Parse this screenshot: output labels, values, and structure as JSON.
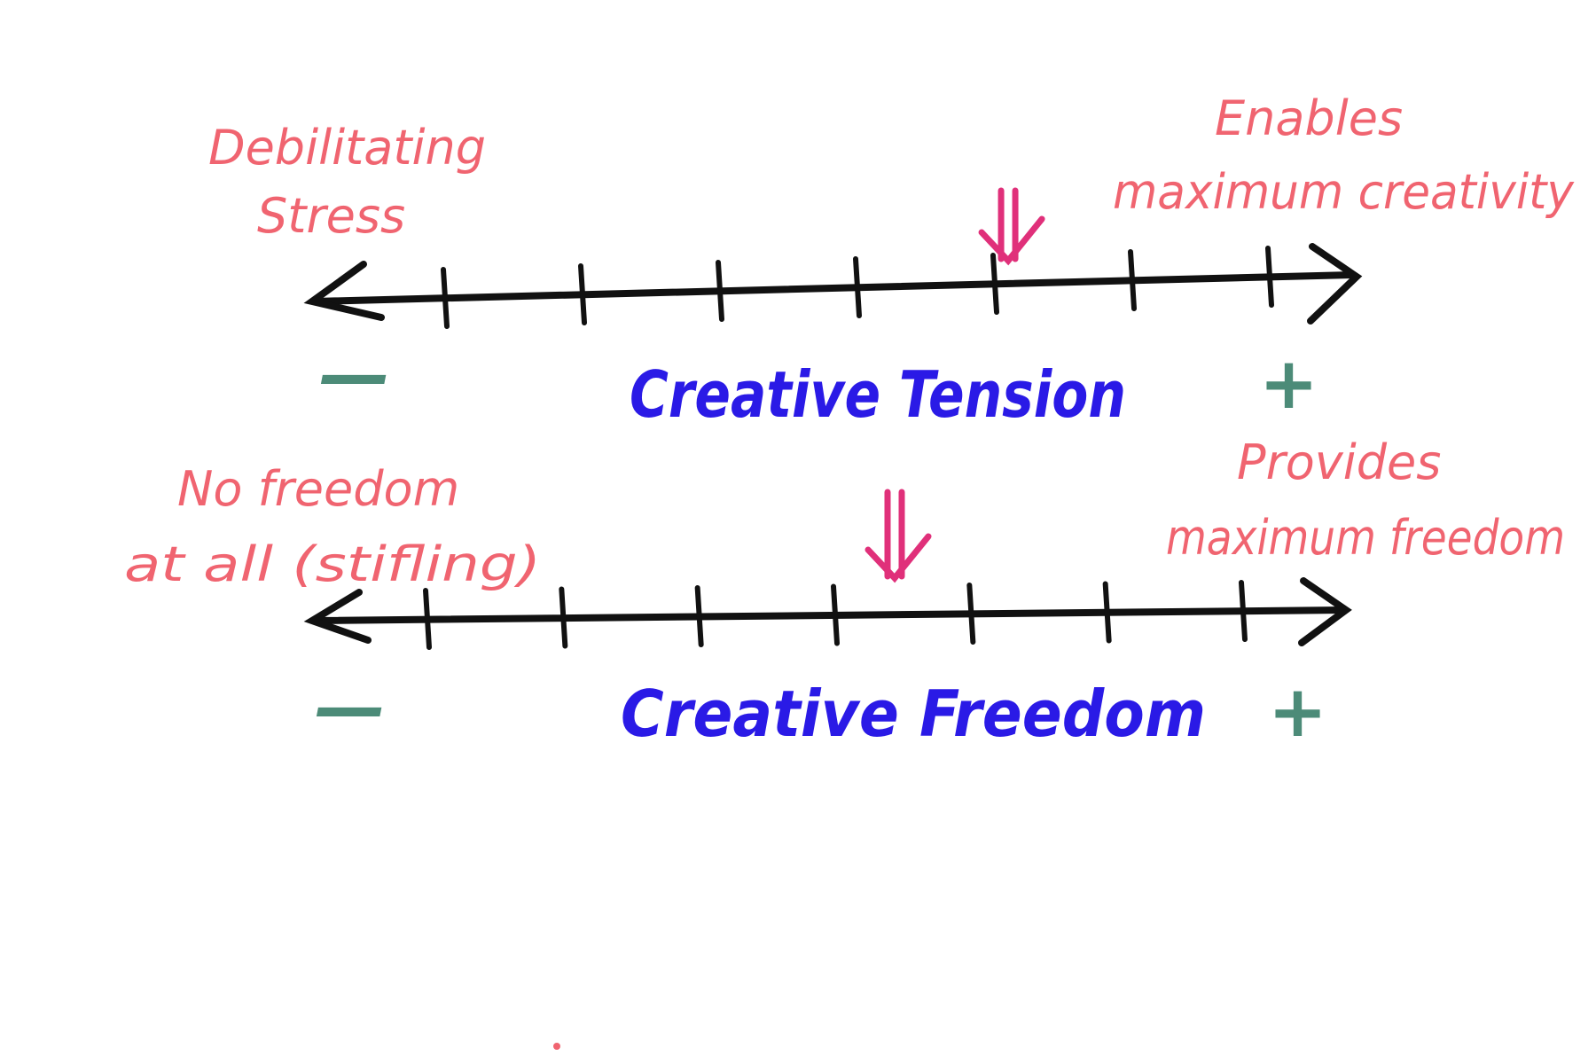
{
  "colors": {
    "note": "#f06470",
    "title": "#2a1ae6",
    "sign": "#4c8b78",
    "axis": "#111111",
    "marker": "#e0307a",
    "background": "#ffffff"
  },
  "scales": [
    {
      "id": "tension",
      "title": "Creative Tension",
      "left_label_lines": [
        "Debilitating",
        "Stress"
      ],
      "right_label_lines": [
        "Enables",
        "maximum creativity"
      ],
      "minus_sign": "—",
      "plus_sign": "+",
      "ticks": 7,
      "marker_position": 0.685,
      "marker_icon": "double-down-arrow-icon"
    },
    {
      "id": "freedom",
      "title": "Creative Freedom",
      "left_label_lines": [
        "No freedom",
        "at all (stifling)"
      ],
      "right_label_lines": [
        "Provides",
        "maximum freedom"
      ],
      "minus_sign": "—",
      "plus_sign": "+",
      "ticks": 7,
      "marker_position": 0.575,
      "marker_icon": "double-down-arrow-icon"
    }
  ]
}
